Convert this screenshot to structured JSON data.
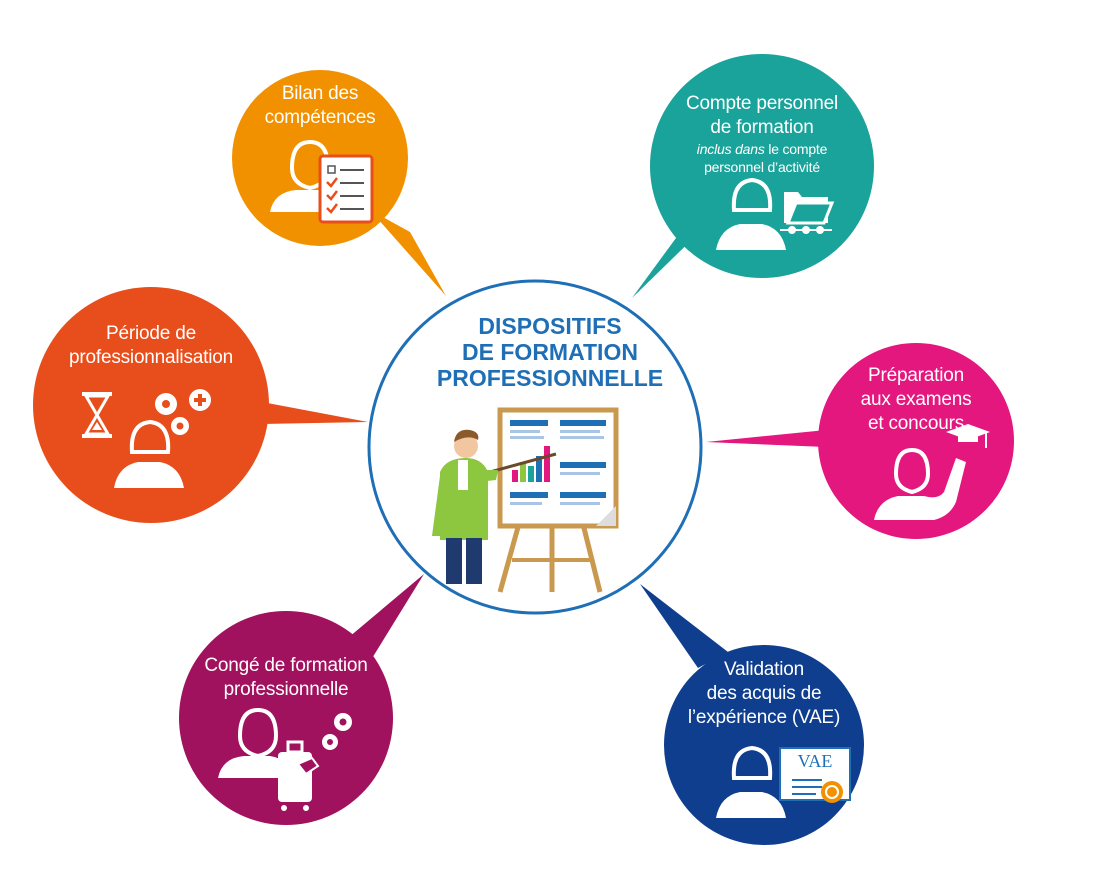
{
  "center": {
    "title_lines": [
      "DISPOSITIFS",
      "DE FORMATION",
      "PROFESSIONNELLE"
    ],
    "color": "#1f6fb6"
  },
  "nodes": [
    {
      "id": "bilan",
      "lines": [
        "Bilan des",
        "compétences"
      ],
      "color": "#f29100",
      "icon": "checklist-person-icon"
    },
    {
      "id": "cpf",
      "lines": [
        "Compte personnel",
        "de formation"
      ],
      "small_italic": "inclus dans",
      "small_rest": " le compte",
      "small_line2": "personnel d’activité",
      "color": "#1aa39a",
      "icon": "folder-person-icon"
    },
    {
      "id": "preparation",
      "lines": [
        "Préparation",
        "aux examens",
        "et concours"
      ],
      "color": "#e3177e",
      "icon": "graduate-icon"
    },
    {
      "id": "vae",
      "lines": [
        "Validation",
        "des acquis de",
        "l’expérience (VAE)"
      ],
      "badge": "VAE",
      "color": "#0f3e8e",
      "icon": "certificate-person-icon"
    },
    {
      "id": "conge",
      "lines": [
        "Congé de formation",
        "professionnelle"
      ],
      "color": "#a0115e",
      "icon": "suitcase-person-icon"
    },
    {
      "id": "periode",
      "lines": [
        "Période de",
        "professionnalisation"
      ],
      "color": "#e84e1b",
      "icon": "hourglass-gears-icon"
    }
  ]
}
